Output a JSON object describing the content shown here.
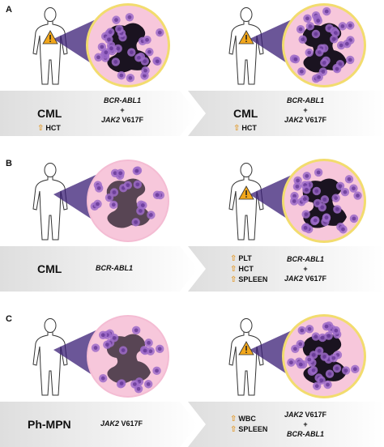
{
  "panels": [
    {
      "letter": "A",
      "left": {
        "diagnosis": "CML",
        "indicators": [
          {
            "arrow": "⇧",
            "label": "HCT"
          }
        ],
        "mutation": [
          "BCR-ABL1",
          "+",
          "JAK2 V617F"
        ],
        "warning": true
      },
      "right": {
        "diagnosis": "CML",
        "indicators": [
          {
            "arrow": "⇧",
            "label": "HCT"
          }
        ],
        "mutation": [
          "BCR-ABL1",
          "+",
          "JAK2 V617F"
        ],
        "warning": true
      }
    },
    {
      "letter": "B",
      "left": {
        "diagnosis": "CML",
        "indicators": [],
        "mutation": [
          "BCR-ABL1"
        ],
        "warning": false
      },
      "right": {
        "diagnosis": "",
        "indicators": [
          {
            "arrow": "⇧",
            "label": "PLT"
          },
          {
            "arrow": "⇧",
            "label": "HCT"
          },
          {
            "arrow": "⇧",
            "label": "SPLEEN"
          }
        ],
        "mutation": [
          "BCR-ABL1",
          "+",
          "JAK2 V617F"
        ],
        "warning": true
      }
    },
    {
      "letter": "C",
      "left": {
        "diagnosis": "Ph-MPN",
        "indicators": [],
        "mutation": [
          "JAK2 V617F"
        ],
        "warning": false
      },
      "right": {
        "diagnosis": "",
        "indicators": [
          {
            "arrow": "⇧",
            "label": "WBC"
          },
          {
            "arrow": "⇧",
            "label": "SPLEEN"
          }
        ],
        "mutation": [
          "JAK2 V617F",
          "+",
          "BCR-ABL1"
        ],
        "warning": true
      }
    }
  ],
  "colors": {
    "band_dark": "#dedede",
    "band_light": "#ffffff",
    "cell_fill": "#f7c7db",
    "cell_border_warning": "#f2dc6e",
    "cell_border_plain": "#f4bcd3",
    "nucleus": "#1a1320",
    "bubble": "#9e6bc9",
    "beam": "#3a1d76",
    "warning_fill": "#f2a71b",
    "arrow": "#e29a2d"
  },
  "icons": {
    "person": "person-outline-icon",
    "warning": "warning-triangle-icon",
    "cell": "bone-marrow-cell-icon",
    "chevron": "chevron-arrow-icon"
  }
}
